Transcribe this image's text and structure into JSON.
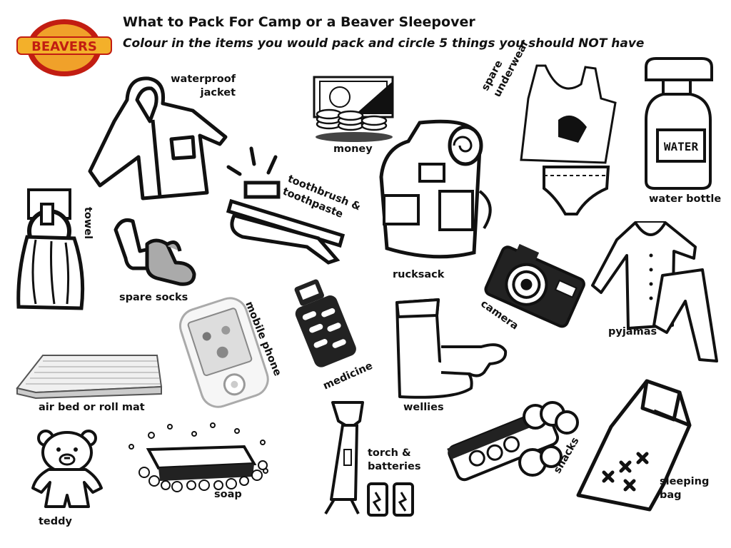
{
  "worksheet": {
    "title": "What to Pack For Camp or a Beaver Sleepover",
    "instructions": "Colour in the items you would pack and circle 5 things you should NOT  have",
    "logo_text": "BEAVERS"
  },
  "items": {
    "waterproof_jacket": [
      "waterproof",
      "jacket"
    ],
    "money": "money",
    "spare_underwear": [
      "spare",
      "underwear"
    ],
    "water_bottle": "water bottle",
    "water_bottle_label": "WATER",
    "toothbrush": [
      "toothbrush &",
      "toothpaste"
    ],
    "towel": "towel",
    "rucksack": "rucksack",
    "spare_socks": "spare socks",
    "camera": "camera",
    "pyjamas": "pyjamas",
    "mobile_phone": "mobile phone",
    "medicine": "medicine",
    "air_bed": "air bed or roll mat",
    "wellies": "wellies",
    "torch": [
      "torch &",
      "batteries"
    ],
    "snacks": "snacks",
    "sleeping_bag": [
      "sleeping",
      "bag"
    ],
    "soap": "soap",
    "teddy": "teddy"
  },
  "colors": {
    "logo_ring": "#d62418",
    "logo_band": "#f2a31c",
    "ink": "#111111"
  }
}
